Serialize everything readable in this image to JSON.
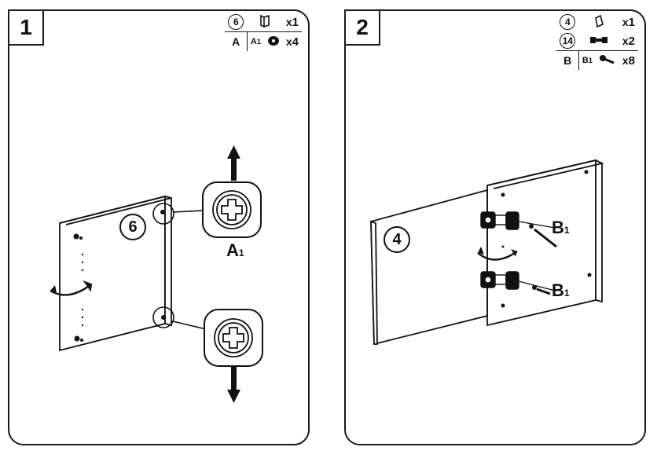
{
  "step1": {
    "number": "1",
    "parts": [
      {
        "id": "6",
        "qty_prefix": "x",
        "qty": "1",
        "icon": "panel-icon"
      },
      {
        "letter": "A",
        "code": "A",
        "code_sub": "1",
        "qty_prefix": "x",
        "qty": "4",
        "icon": "cam-lock-icon"
      }
    ],
    "panel_label": "6",
    "callout_label": "A",
    "callout_sub": "1"
  },
  "step2": {
    "number": "2",
    "parts": [
      {
        "id": "4",
        "qty_prefix": "x",
        "qty": "1",
        "icon": "panel-icon"
      },
      {
        "id": "14",
        "qty_prefix": "x",
        "qty": "2",
        "icon": "hinge-icon"
      },
      {
        "letter": "B",
        "code": "B",
        "code_sub": "1",
        "qty_prefix": "x",
        "qty": "8",
        "icon": "screw-icon"
      }
    ],
    "panel_label": "4",
    "callout_label_top": "B",
    "callout_label_bottom": "B",
    "callout_sub": "1"
  }
}
